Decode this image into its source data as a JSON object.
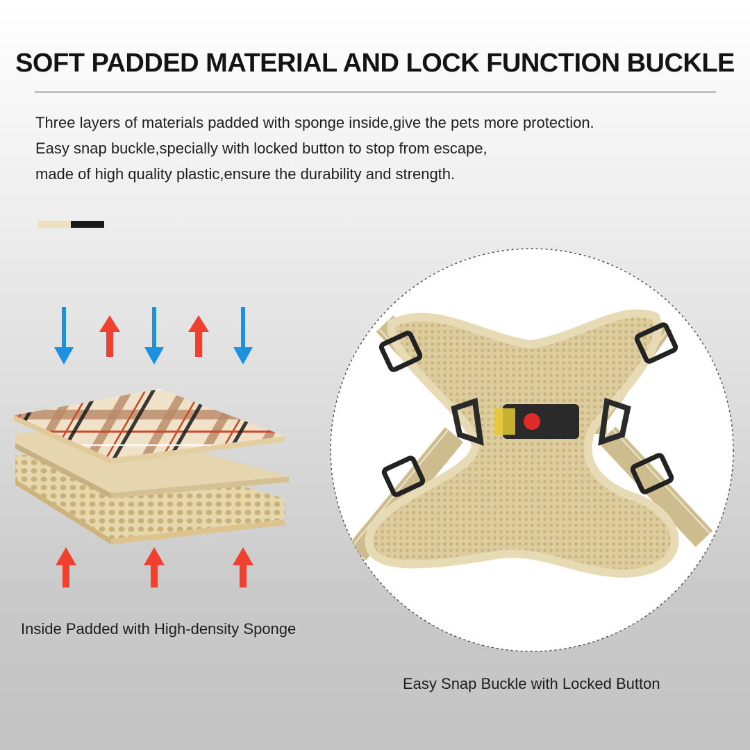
{
  "heading": "SOFT PADDED MATERIAL AND LOCK FUNCTION BUCKLE",
  "description": [
    "Three layers of materials padded with sponge inside,give the pets more protection.",
    "Easy snap buckle,specially with locked button to stop from escape,",
    "made of high quality plastic,ensure the durability and strength."
  ],
  "color_swatch": {
    "colors": [
      "#ede0c0",
      "#1a1a1a"
    ]
  },
  "layers_illustration": {
    "caption": "Inside Padded with High-density Sponge",
    "arrow_colors": {
      "down": "#1e90e0",
      "up": "#f04030"
    },
    "layer_names": [
      "plaid-fabric-layer",
      "sponge-layer",
      "mesh-layer"
    ]
  },
  "harness_photo": {
    "caption": "Easy Snap Buckle with Locked Button",
    "harness_color": "#d9c99a",
    "lock_button_color": "#e02b2b"
  }
}
